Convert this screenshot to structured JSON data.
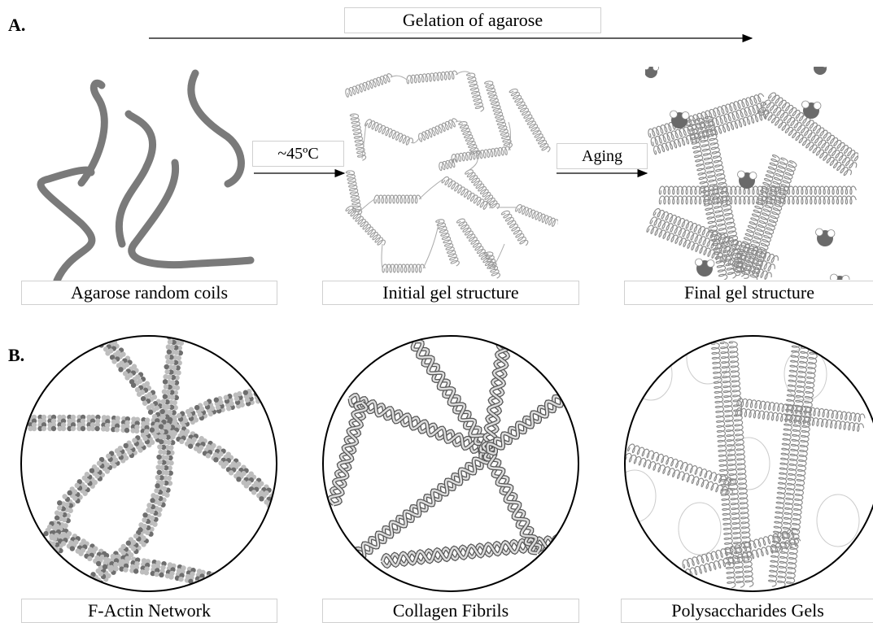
{
  "panels": {
    "a_label": "A.",
    "b_label": "B."
  },
  "process": {
    "title": "Gelation of agarose",
    "step1_label": "~45ºC",
    "step2_label": "Aging"
  },
  "stages": [
    {
      "caption": "Agarose random coils"
    },
    {
      "caption": "Initial gel structure"
    },
    {
      "caption": "Final gel structure"
    }
  ],
  "networks": [
    {
      "caption": "F-Actin Network"
    },
    {
      "caption": "Collagen Fibrils"
    },
    {
      "caption": "Polysaccharides Gels"
    }
  ],
  "colors": {
    "coil": "#7a7a7a",
    "helix": "#9a9a9a",
    "actin_dark": "#6e6e6e",
    "actin_light": "#bdbdbd",
    "water_oxygen": "#6a6a6a",
    "water_hydrogen": "#ffffff"
  }
}
